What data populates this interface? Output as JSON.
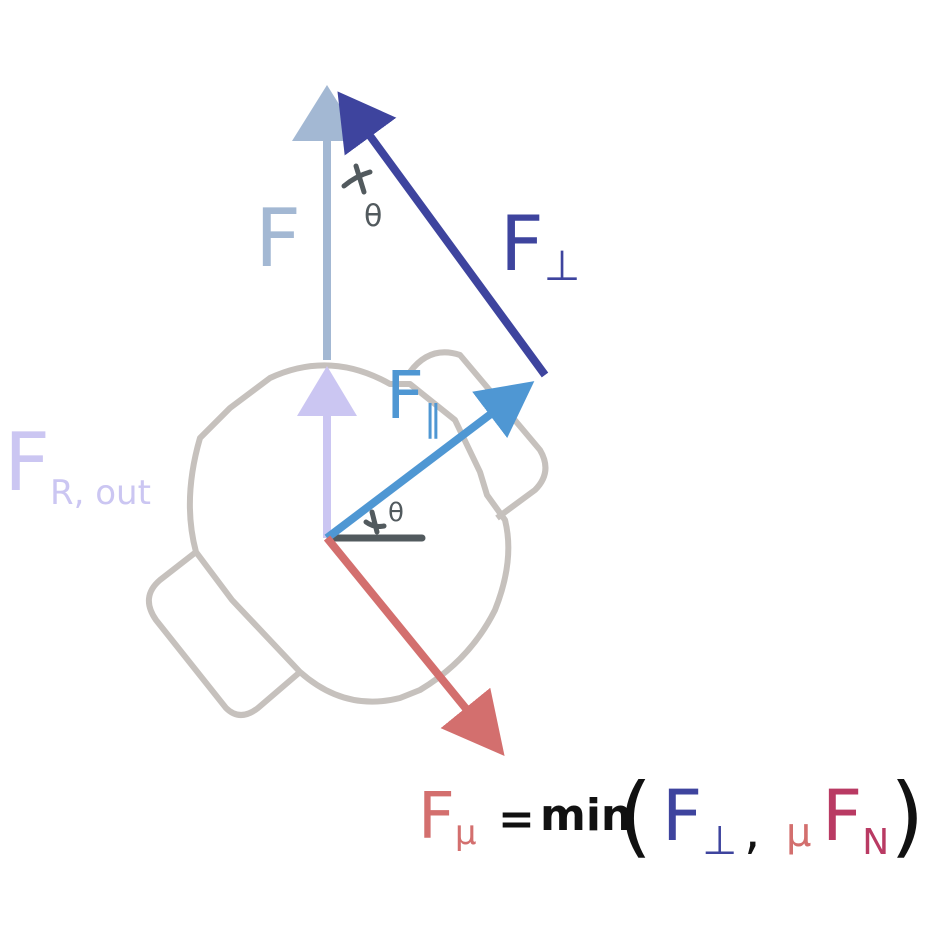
{
  "colors": {
    "outline": "#c6c1bd",
    "F": "#a3b8d3",
    "F_R_out": "#cbc6f2",
    "F_perp": "#3e449e",
    "F_par": "#4f97d3",
    "F_mu": "#d36f6e",
    "F_N": "#b93a63",
    "angle": "#525a5e",
    "text": "#111111"
  },
  "labels": {
    "F": {
      "main": "F"
    },
    "F_perp_top": {
      "main": "F",
      "sub": "⊥"
    },
    "F_par": {
      "main": "F",
      "sub": "‖"
    },
    "F_R_out": {
      "main": "F",
      "sub": "R, out"
    },
    "theta_top": "θ",
    "theta_bottom": "θ"
  },
  "equation": {
    "lhs": {
      "main": "F",
      "sub": "μ"
    },
    "equals": "=",
    "func": "min",
    "open_paren": "(",
    "arg1": {
      "main": "F",
      "sub": "⊥"
    },
    "comma": ",",
    "mu": "μ",
    "arg2": {
      "main": "F",
      "sub": "N"
    },
    "close_paren": ")"
  }
}
